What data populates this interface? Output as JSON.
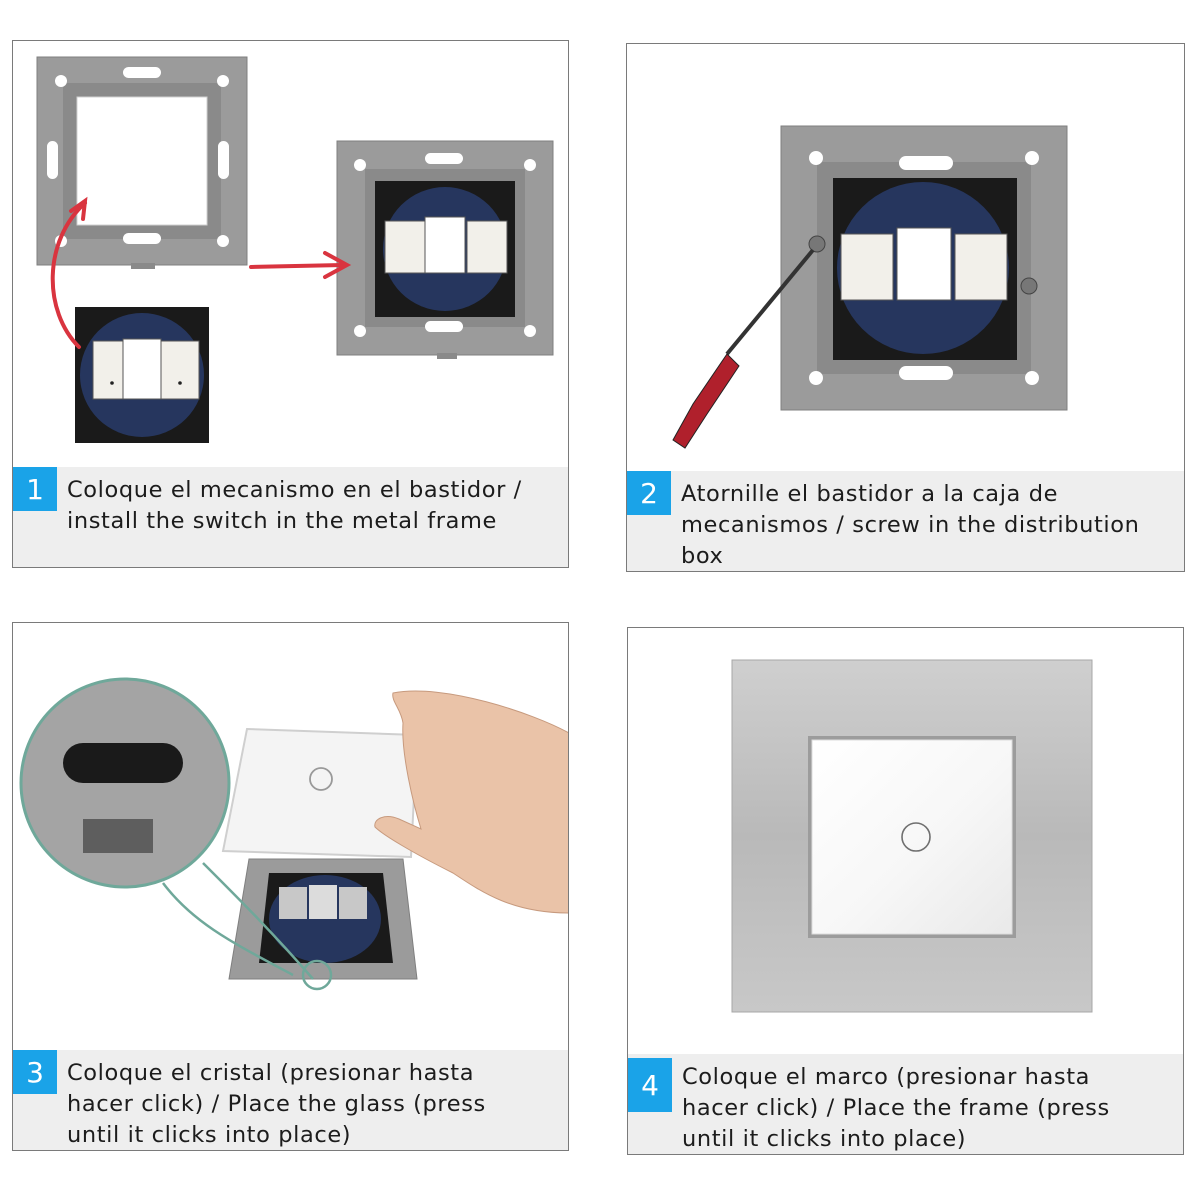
{
  "steps": [
    {
      "number": "1",
      "text": "Coloque el mecanismo en el bastidor /\ninstall the switch in the metal frame"
    },
    {
      "number": "2",
      "text": "Atornille el bastidor a la caja de\nmecanismos / screw in the distribution\nbox"
    },
    {
      "number": "3",
      "text": "Coloque el cristal (presionar hasta\nhacer click) / Place the glass (press\nuntil it clicks into place)"
    },
    {
      "number": "4",
      "text": "Coloque el marco (presionar hasta\nhacer click) / Place the frame (press\nuntil it clicks into place)"
    }
  ],
  "colors": {
    "badge": "#1aa3e8",
    "arrow": "#d9343f",
    "frame": "#9b9b9b",
    "pcb": "#1f2a4a",
    "callout": "#6fa89a"
  }
}
